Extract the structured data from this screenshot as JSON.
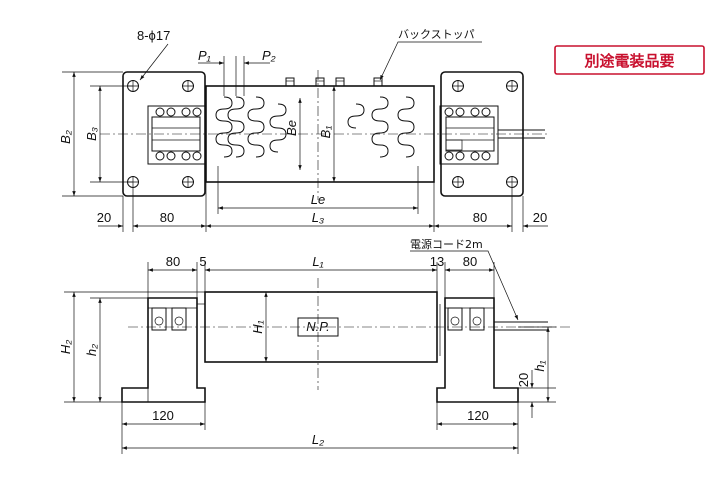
{
  "notice_badge": {
    "label": "別途電装品要",
    "color": "#c8102e"
  },
  "top_view": {
    "callout_holes": "8-ϕ17",
    "callout_stopper": "バックストッパ",
    "label_p1": "P₁",
    "label_p2": "P₂",
    "label_b2": "B₂",
    "label_b3": "B₃",
    "label_be": "Be",
    "label_b1": "B₁",
    "label_le": "Le",
    "label_l3": "L₃",
    "dim_left_outer": "20",
    "dim_left_inner": "80",
    "dim_right_inner": "80",
    "dim_right_outer": "20"
  },
  "front_view": {
    "dim_top_80_left": "80",
    "dim_top_5": "5",
    "label_l1": "L₁",
    "dim_top_13": "13",
    "dim_top_80_right": "80",
    "callout_cord": "電源コード2m",
    "label_h2": "H₂",
    "label_h2_small": "h₂",
    "label_h1": "H₁",
    "nameplate": "N.P.",
    "label_h1_small": "h₁",
    "dim_20": "20",
    "dim_base_left": "120",
    "dim_base_right": "120",
    "label_l2": "L₂"
  }
}
